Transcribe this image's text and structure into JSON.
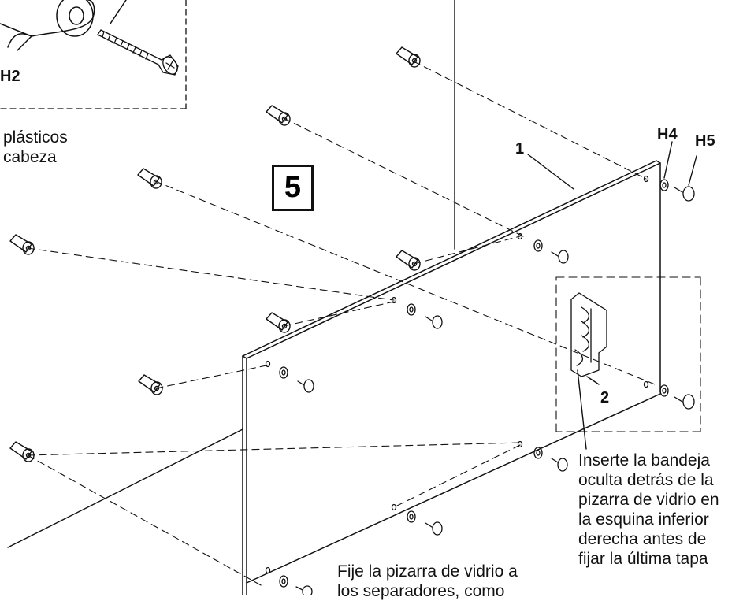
{
  "labels": {
    "h2": "H2",
    "h4": "H4",
    "h5": "H5",
    "part1": "1",
    "part2": "2",
    "step": "5"
  },
  "text": {
    "top_left_line1": "plásticos",
    "top_left_line2": "cabeza",
    "right_instruction": [
      "Inserte la bandeja",
      "oculta detrás de la",
      "pizarra de vidrio en",
      "la esquina inferior",
      "derecha antes de",
      "fijar la última tapa"
    ],
    "bottom_instruction": [
      "Fije la pizarra de vidrio a",
      "los separadores, como"
    ]
  }
}
